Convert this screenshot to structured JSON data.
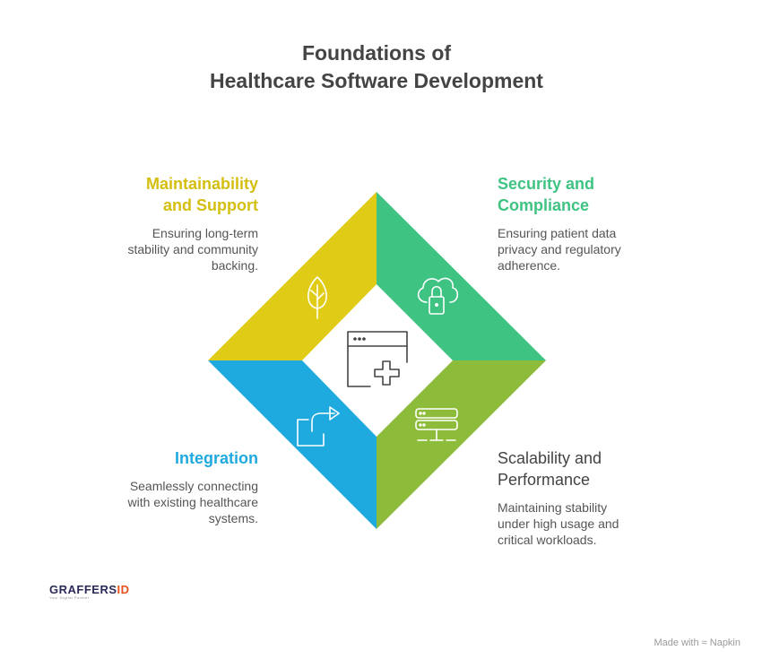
{
  "title_line1": "Foundations of",
  "title_line2": "Healthcare Software Development",
  "quadrants": [
    {
      "heading_line1": "Maintainability",
      "heading_line2": "and Support",
      "description": "Ensuring long-term stability and community backing.",
      "color": "#E0CC17",
      "icon": "sprout-icon"
    },
    {
      "heading_line1": "Security and",
      "heading_line2": "Compliance",
      "description": "Ensuring patient data privacy and regulatory adherence.",
      "color": "#3EC383",
      "icon": "cloud-lock-icon"
    },
    {
      "heading_line1": "Integration",
      "heading_line2": "",
      "description": "Seamlessly connecting with existing healthcare systems.",
      "color": "#1FAADF",
      "icon": "share-arrow-icon"
    },
    {
      "heading_line1": "Scalability and",
      "heading_line2": "Performance",
      "description": "Maintaining stability under high usage and critical workloads.",
      "color": "#8DBB3A",
      "icon": "server-icon"
    }
  ],
  "center_icon": "medical-window-icon",
  "brand": {
    "name_main": "GRAFFERS",
    "name_accent": "ID",
    "tagline": "Your Digital Partner"
  },
  "credit": "Made with ≈ Napkin"
}
